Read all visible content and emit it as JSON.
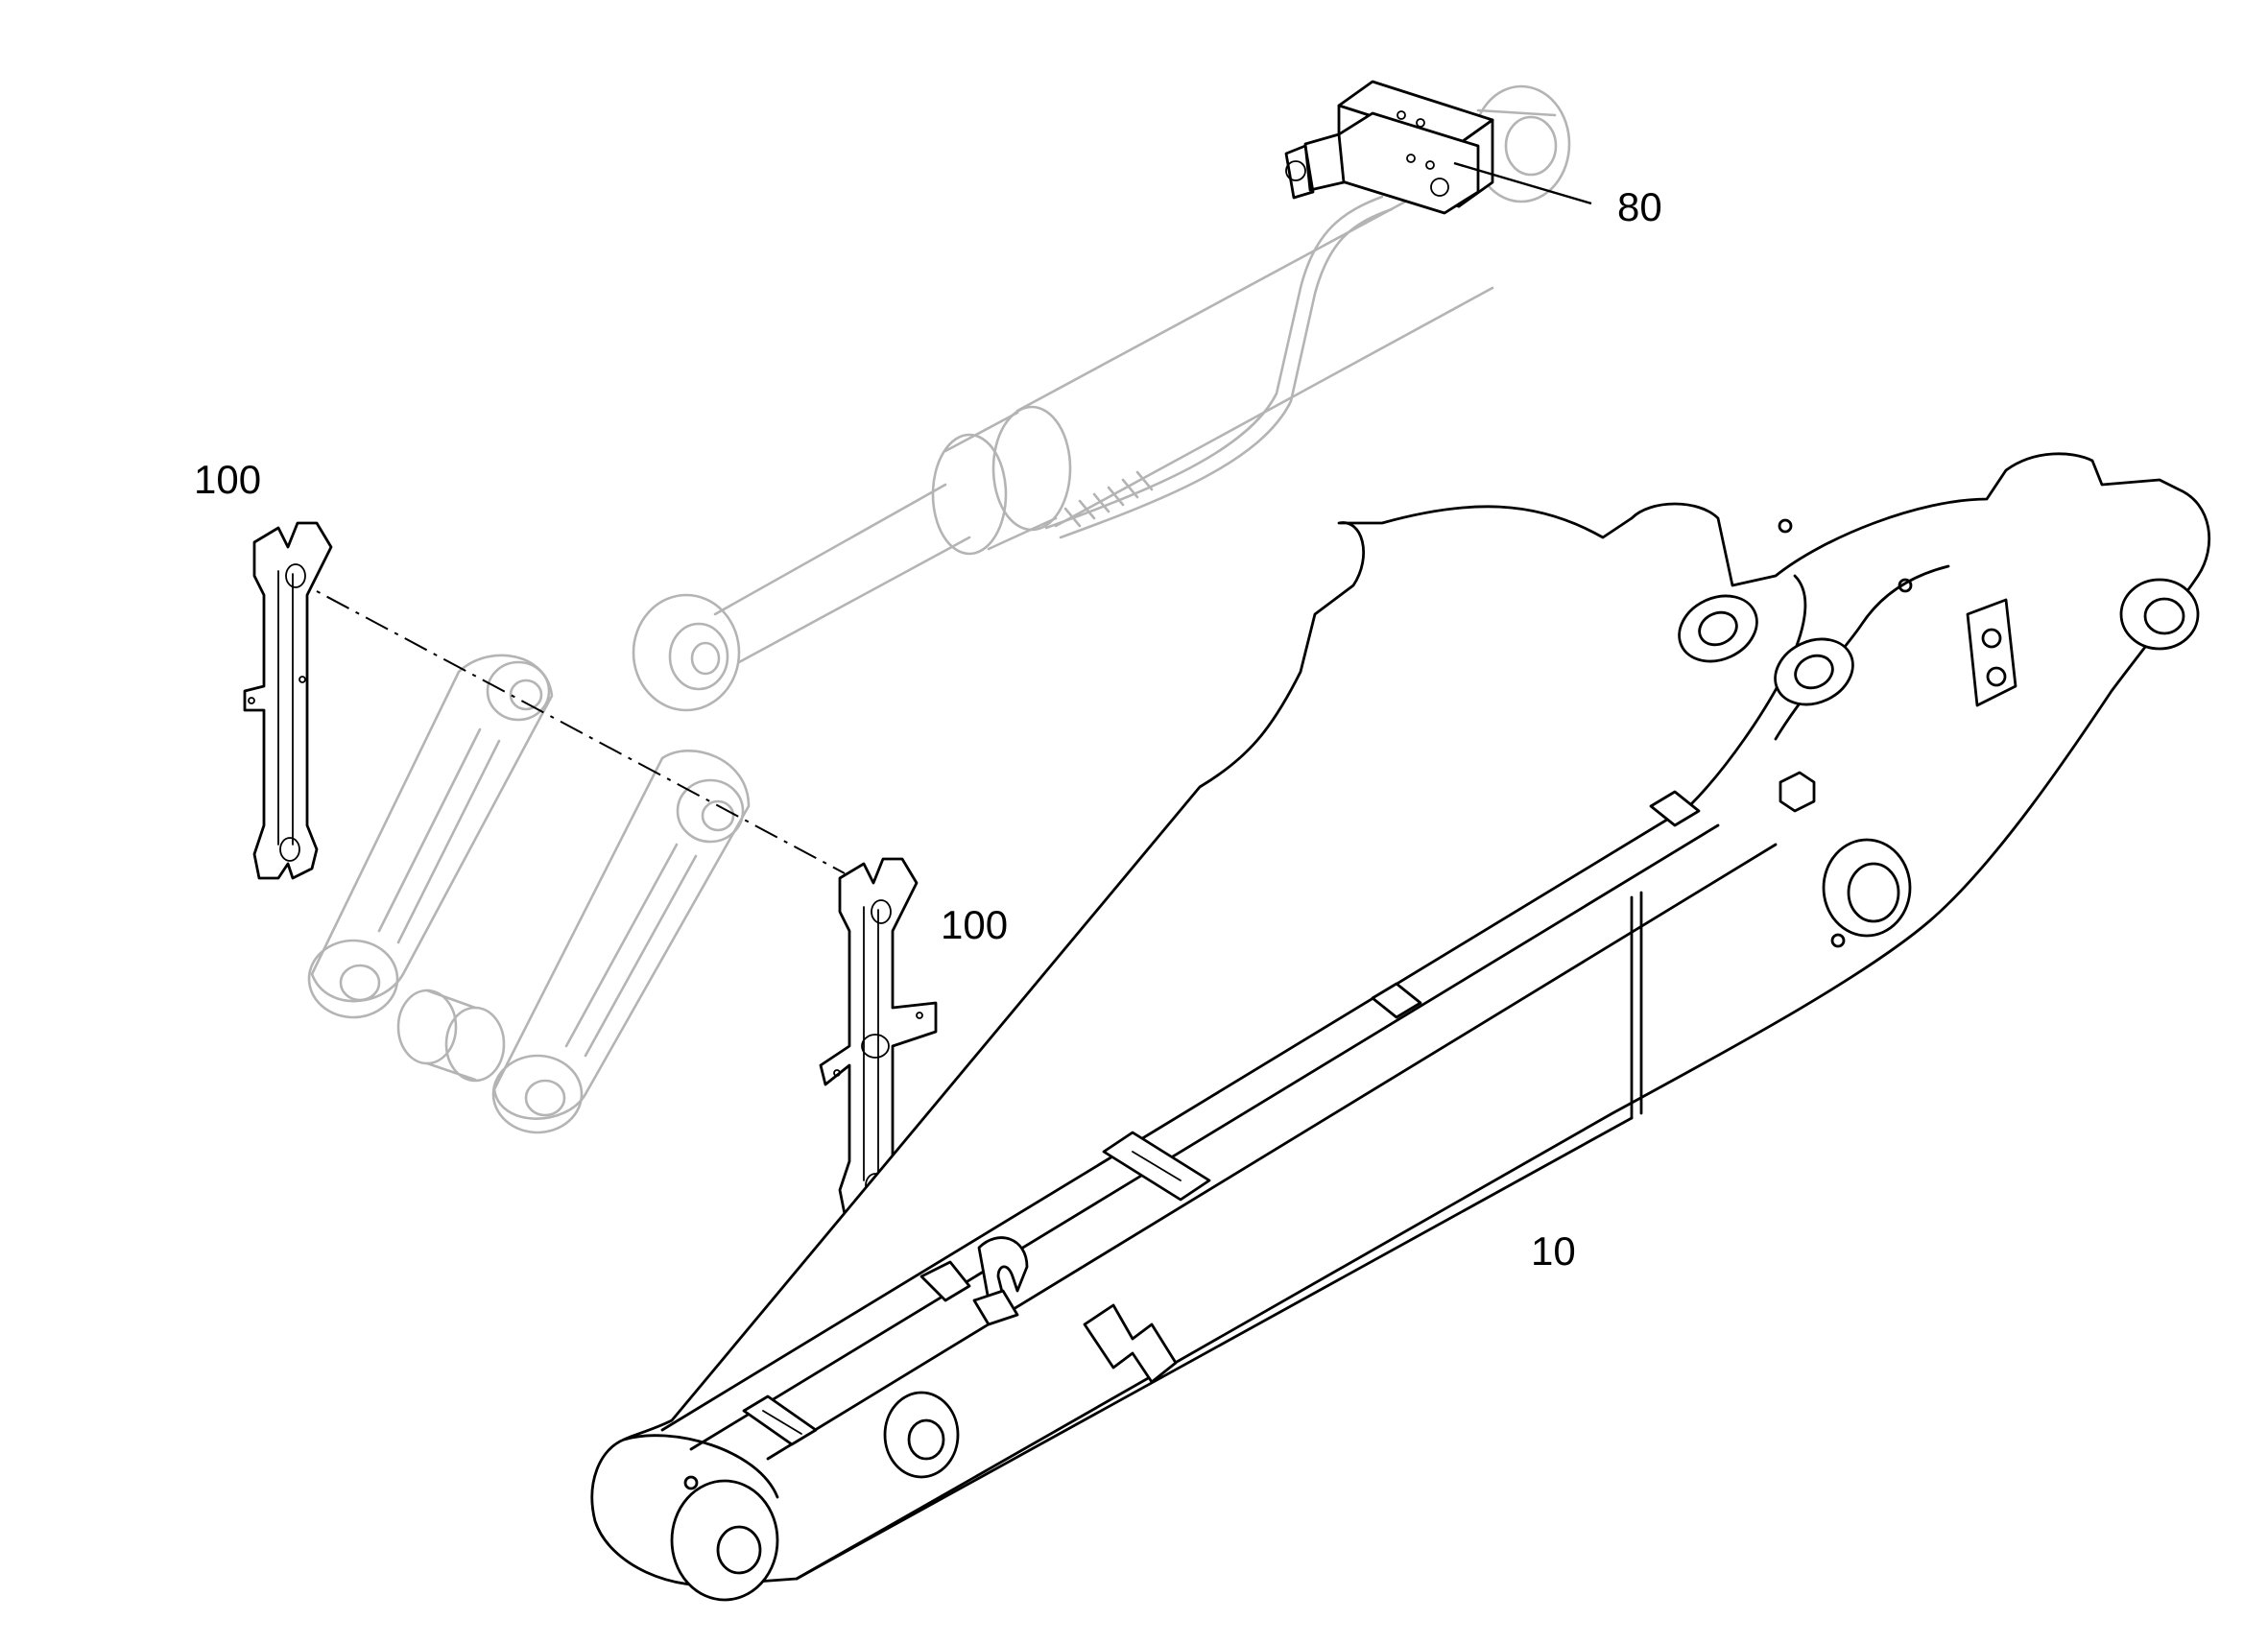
{
  "callouts": {
    "part_80": "80",
    "part_100_left": "100",
    "part_100_right": "100",
    "part_10": "10"
  },
  "colors": {
    "background": "#ffffff",
    "line": "#000000",
    "ghost_line": "#b4b4b4"
  }
}
